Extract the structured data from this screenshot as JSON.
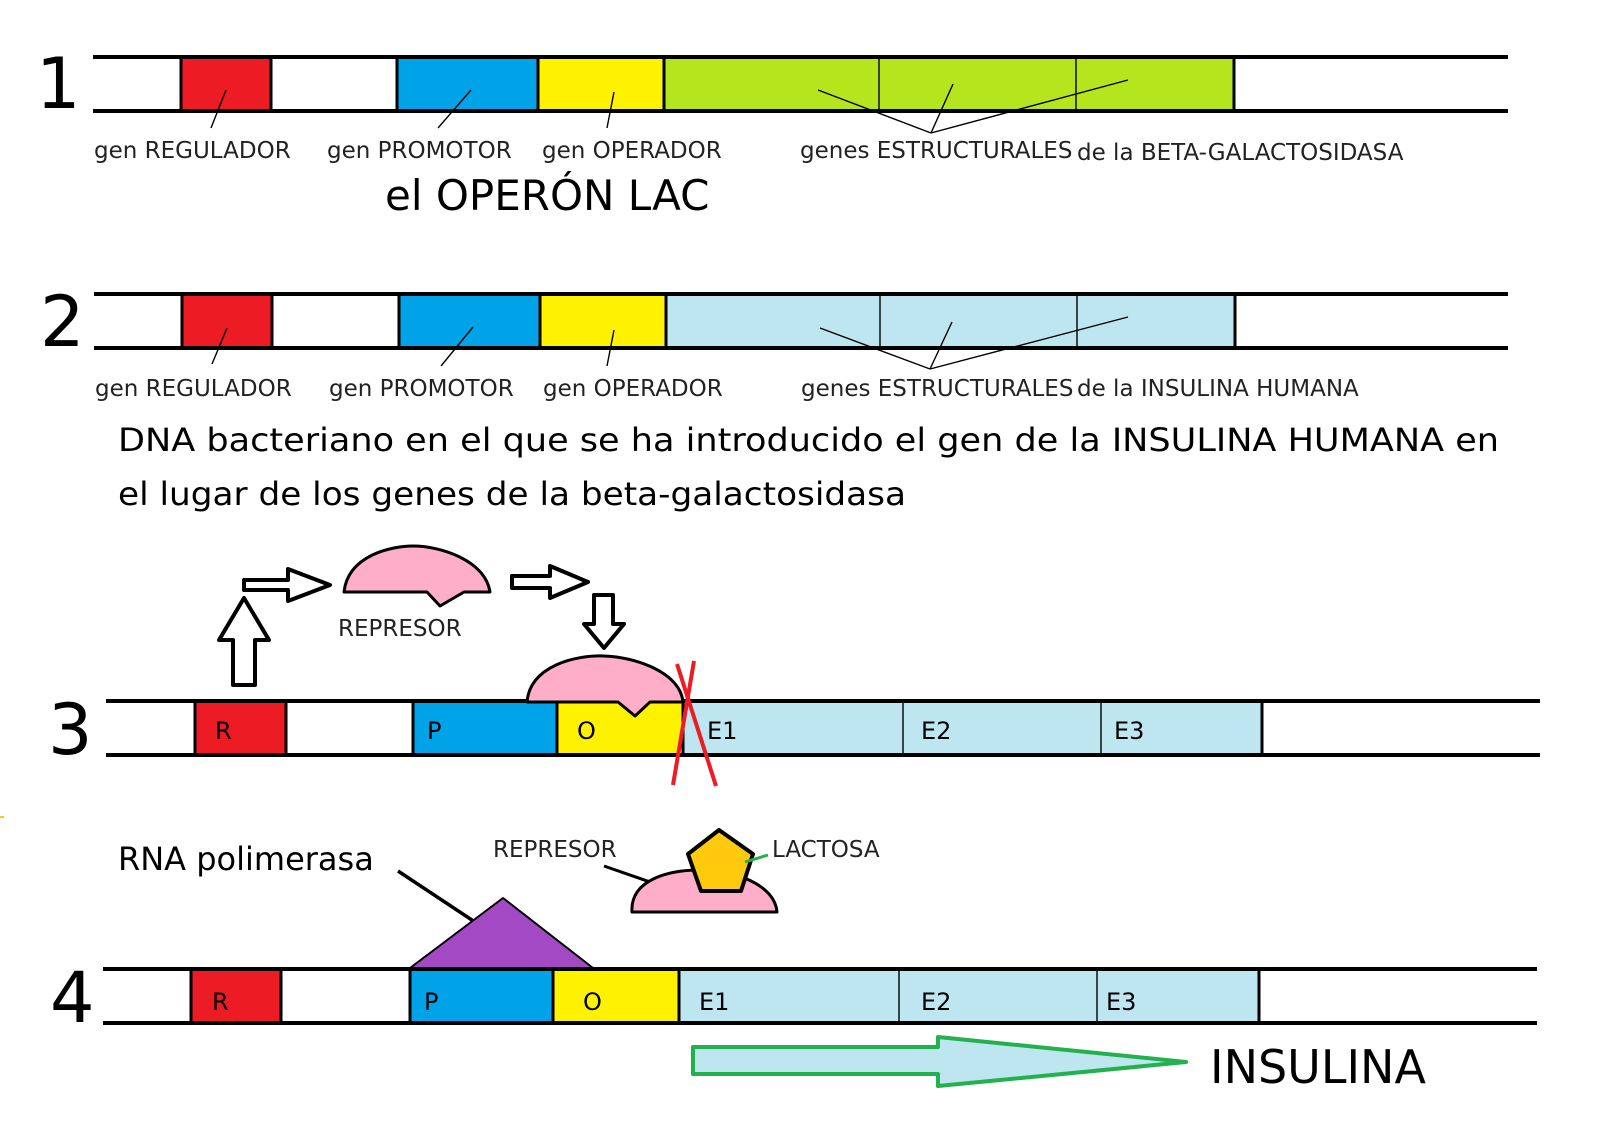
{
  "colors": {
    "regulador": "#ed1c24",
    "promotor": "#00a2e8",
    "operador": "#fff200",
    "estructural_lac": "#b5e61d",
    "estructural_insulina": "#bde6f0",
    "represor": "#ffaec9",
    "lactosa": "#ffc90e",
    "polimerasa": "#a349c4",
    "flecha_insulina": "#22b14c",
    "cruz": "#ed1c24"
  },
  "row1": {
    "number": "1",
    "labels": {
      "regulador": "gen REGULADOR",
      "promotor": "gen PROMOTOR",
      "operador": "gen OPERADOR",
      "estructurales": "genes ESTRUCTURALES",
      "estructurales_suffix": "de la BETA-GALACTOSIDASA"
    },
    "title": "el OPERÓN LAC"
  },
  "row2": {
    "number": "2",
    "labels": {
      "regulador": "gen REGULADOR",
      "promotor": "gen PROMOTOR",
      "operador": "gen OPERADOR",
      "estructurales": "genes ESTRUCTURALES",
      "estructurales_suffix": "de la INSULINA HUMANA"
    },
    "description_line1": "DNA bacteriano en el que se ha introducido el gen de la INSULINA HUMANA en",
    "description_line2": "el lugar de los genes de la beta-galactosidasa"
  },
  "row3": {
    "number": "3",
    "represor_label": "REPRESOR",
    "segments": {
      "r": "R",
      "p": "P",
      "o": "O",
      "e1": "E1",
      "e2": "E2",
      "e3": "E3"
    }
  },
  "row4": {
    "number": "4",
    "polimerasa_label": "RNA polimerasa",
    "represor_label": "REPRESOR",
    "lactosa_label": "LACTOSA",
    "segments": {
      "r": "R",
      "p": "P",
      "o": "O",
      "e1": "E1",
      "e2": "E2",
      "e3": "E3"
    },
    "product_label": "INSULINA"
  }
}
